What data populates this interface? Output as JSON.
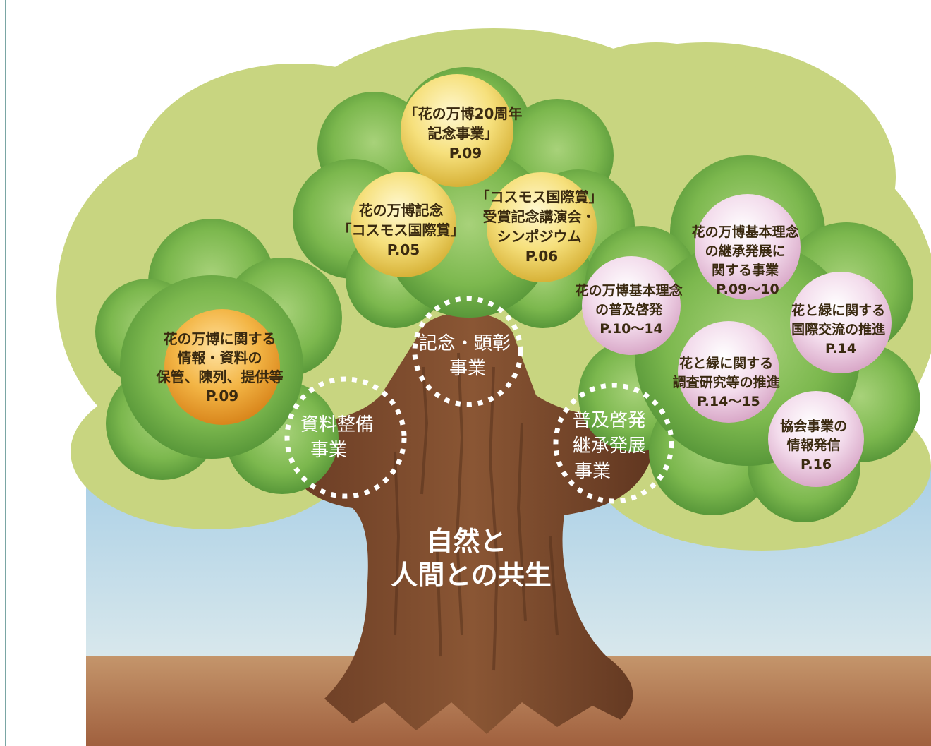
{
  "diagram": {
    "trunk_title": [
      "自然と",
      "人間との共生"
    ],
    "core_circles": [
      {
        "id": "kinen",
        "lines": [
          "記念・顕彰",
          "事業"
        ]
      },
      {
        "id": "shiryo",
        "lines": [
          "資料整備",
          "事業"
        ]
      },
      {
        "id": "fukyu",
        "lines": [
          "普及啓発",
          "継承発展",
          "事業"
        ]
      }
    ],
    "balls": [
      {
        "id": "20th",
        "lines": [
          "「花の万博20周年",
          "記念事業」",
          "P.09"
        ],
        "color": "yellow"
      },
      {
        "id": "cosmos",
        "lines": [
          "花の万博記念",
          "「コスモス国際賞」",
          "P.05"
        ],
        "color": "yellow"
      },
      {
        "id": "cosmos-lecture",
        "lines": [
          "「コスモス国際賞」",
          "受賞記念講演会・",
          "シンポジウム",
          "P.06"
        ],
        "color": "yellow"
      },
      {
        "id": "archive",
        "lines": [
          "花の万博に関する",
          "情報・資料の",
          "保管、陳列、提供等",
          "P.09"
        ],
        "color": "orange"
      },
      {
        "id": "succession",
        "lines": [
          "花の万博基本理念",
          "の継承発展に",
          "関する事業",
          "P.09～10"
        ],
        "color": "pink"
      },
      {
        "id": "spread",
        "lines": [
          "花の万博基本理念",
          "の普及啓発",
          "P.10～14"
        ],
        "color": "pink"
      },
      {
        "id": "intl",
        "lines": [
          "花と緑に関する",
          "国際交流の推進",
          "P.14"
        ],
        "color": "pink"
      },
      {
        "id": "research",
        "lines": [
          "花と緑に関する",
          "調査研究等の推進",
          "P.14～15"
        ],
        "color": "pink"
      },
      {
        "id": "info",
        "lines": [
          "協会事業の",
          "情報発信",
          "P.16"
        ],
        "color": "pink"
      }
    ],
    "colors": {
      "sky": "#bcd8e6",
      "ground": "#b57a55",
      "canopy": "#c9d67e",
      "cluster": "#78b54a",
      "trunk": "#7a4a2e",
      "ball_yellow": "#f1d86a",
      "ball_orange": "#f0a530",
      "ball_pink": "#efcfe4"
    }
  }
}
